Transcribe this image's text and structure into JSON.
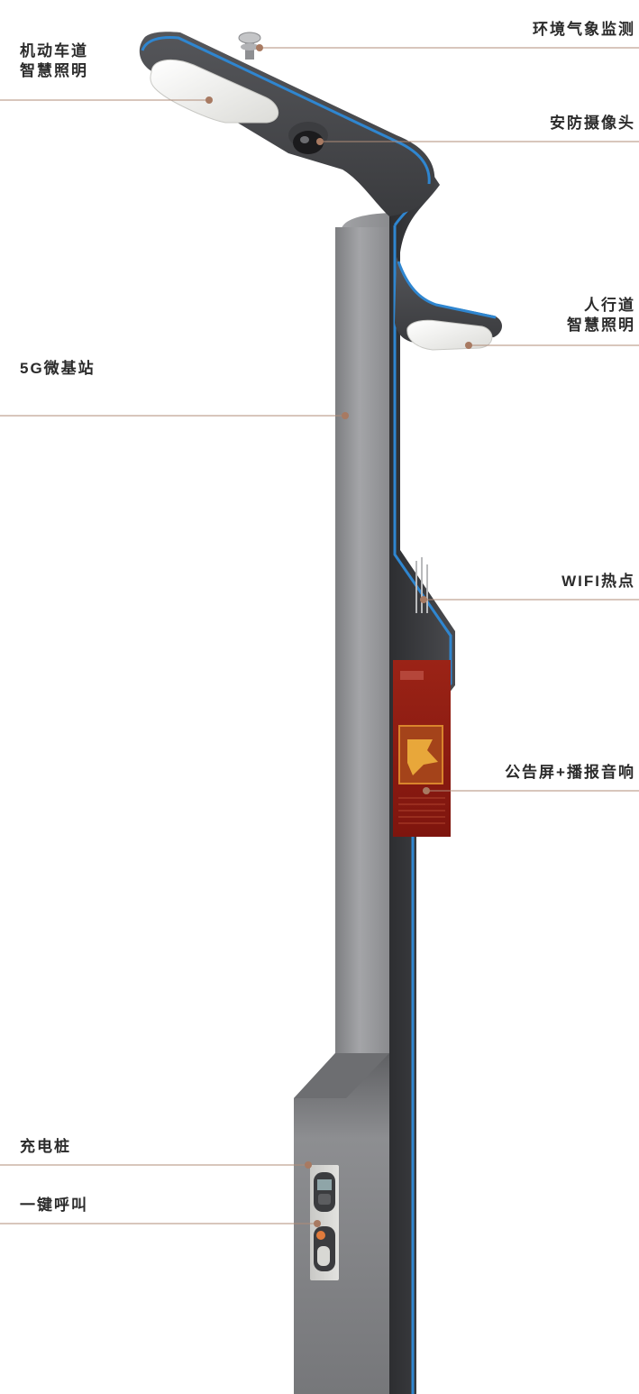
{
  "labels": {
    "env_monitor": "环境气象监测",
    "vehicle_light_line1": "机动车道",
    "vehicle_light_line2": "智慧照明",
    "camera": "安防摄像头",
    "ped_light_line1": "人行道",
    "ped_light_line2": "智慧照明",
    "base_station": "5G微基站",
    "wifi": "WIFI热点",
    "screen": "公告屏+播报音响",
    "charger": "充电桩",
    "sos": "一键呼叫"
  },
  "colors": {
    "pole_light": "#9a9a9c",
    "pole_dark": "#3f4043",
    "pole_edge": "#2a2b2e",
    "accent_blue": "#2f86d0",
    "leader_line": "#b08c78",
    "leader_dot": "#a87a62",
    "screen_red": "#8e1a12",
    "lamp_white": "#f4f4f2"
  }
}
